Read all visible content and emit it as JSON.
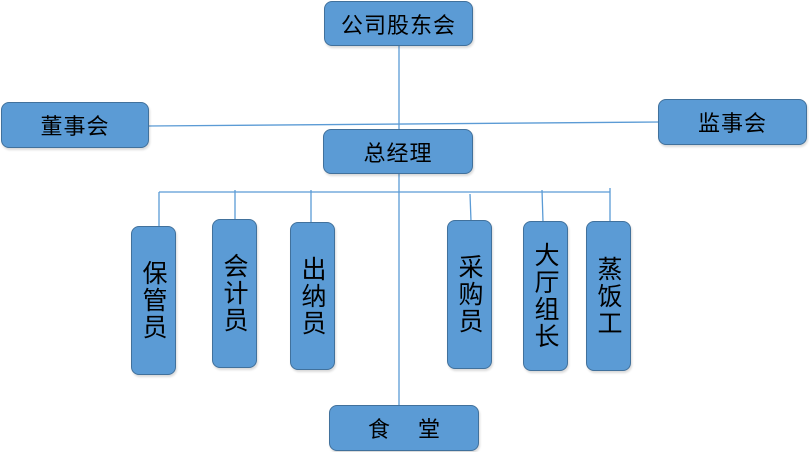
{
  "diagram": {
    "type": "org-chart",
    "colors": {
      "box_fill": "#5b9bd5",
      "box_border": "#41719c",
      "line": "#5b9bd5",
      "text": "#000000"
    },
    "nodes": {
      "shareholders": "公司股东会",
      "board": "董事会",
      "supervisors": "监事会",
      "general_manager": "总经理",
      "storekeeper": "保管员",
      "accountant": "会计员",
      "cashier": "出纳员",
      "purchaser": "采购员",
      "hall_leader": "大厅组长",
      "cook": "蒸饭工",
      "canteen": "食堂"
    },
    "edges": [
      [
        "shareholders",
        "general_manager"
      ],
      [
        "board",
        "supervisors"
      ],
      [
        "general_manager",
        "storekeeper"
      ],
      [
        "general_manager",
        "accountant"
      ],
      [
        "general_manager",
        "cashier"
      ],
      [
        "general_manager",
        "purchaser"
      ],
      [
        "general_manager",
        "hall_leader"
      ],
      [
        "general_manager",
        "cook"
      ],
      [
        "general_manager",
        "canteen"
      ]
    ]
  }
}
